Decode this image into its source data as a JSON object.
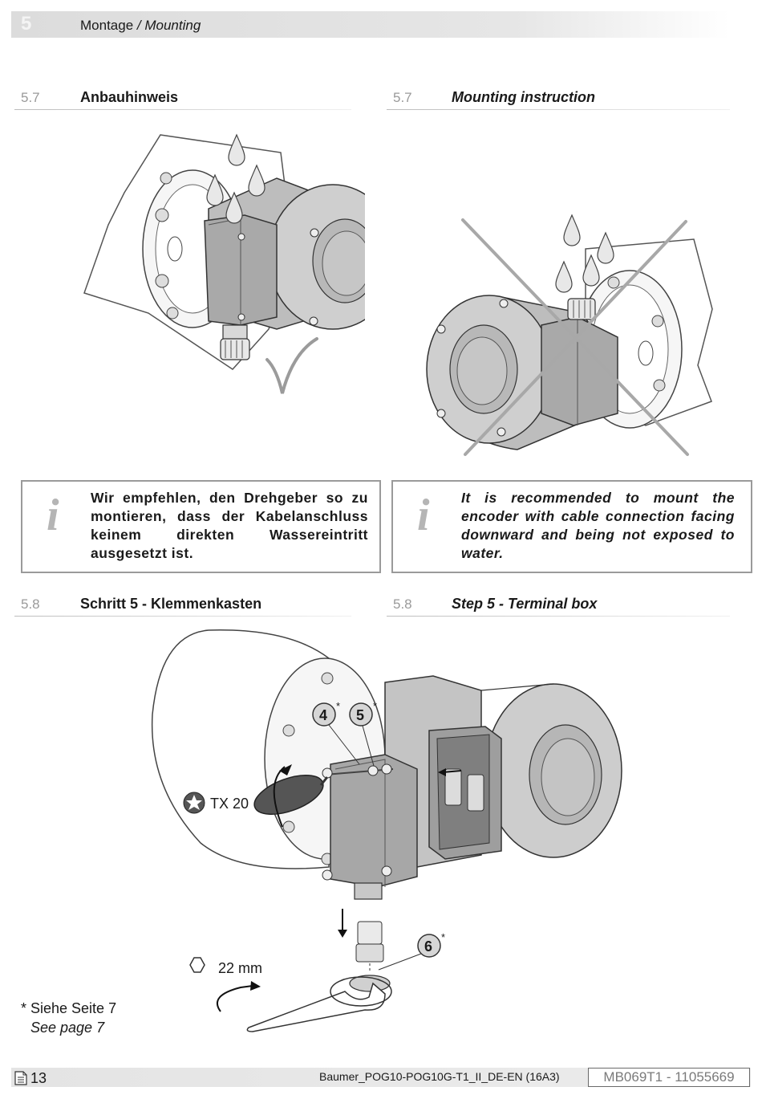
{
  "header": {
    "chapter_number": "5",
    "title_de": "Montage",
    "title_separator": " / ",
    "title_en": "Mounting"
  },
  "section_57": {
    "number": "5.7",
    "title_de": "Anbauhinweis",
    "title_en": "Mounting instruction"
  },
  "info_box": {
    "icon": "info-icon",
    "icon_glyph": "i",
    "text_de": "Wir empfehlen, den Drehgeber so zu montieren, dass der Kabelanschluss keinem direkten Wassereintritt ausgesetzt ist.",
    "text_en": "It is recommended to mount the encoder with cable connection facing downward and being not exposed to water."
  },
  "section_58": {
    "number": "5.8",
    "title_de": "Schritt 5 - Klemmenkasten",
    "title_en": "Step 5 - Terminal box"
  },
  "figure_58": {
    "callout_4": "4",
    "callout_5": "5",
    "callout_6": "6",
    "asterisk": "*",
    "torx_label": "TX 20",
    "wrench_label": "22 mm"
  },
  "footnote": {
    "de": "* Siehe Seite 7",
    "en": "See page 7"
  },
  "footer": {
    "page_number": "13",
    "document": "Baumer_POG10-POG10G-T1_II_DE-EN  (16A3)",
    "code": "MB069T1 - 11055669"
  },
  "colors": {
    "accent_gray": "#9a9a9a",
    "header_bg": "#dcdcdc",
    "icon_gray": "#b5b5b5"
  }
}
